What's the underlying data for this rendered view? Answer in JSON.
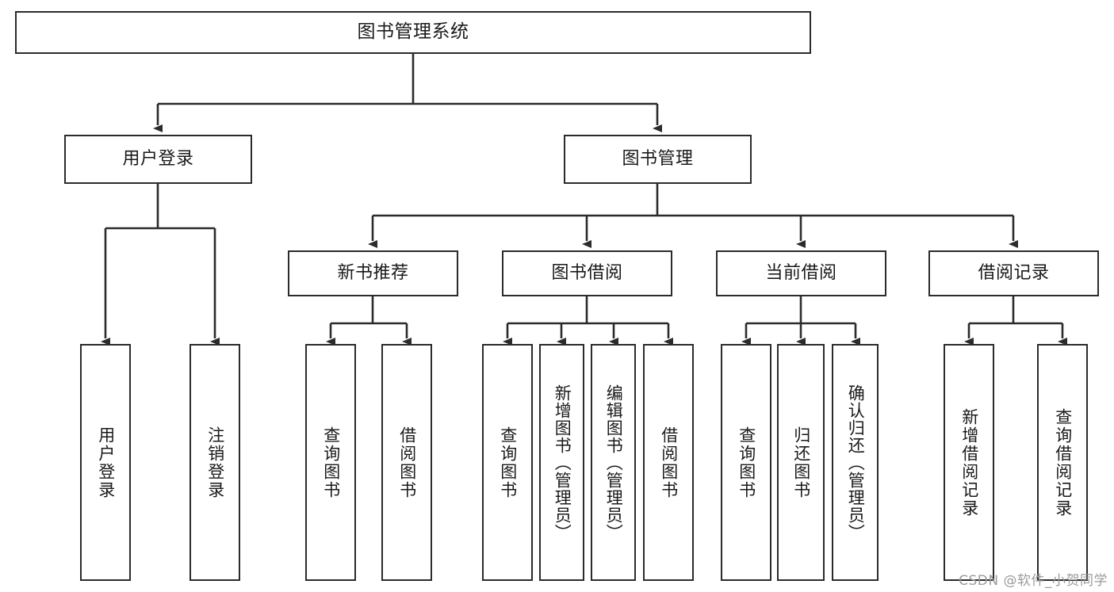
{
  "diagram": {
    "title": "图书管理系统",
    "type": "tree-hierarchy",
    "watermark": "CSDN @软件_小贺同学",
    "colors": {
      "stroke": "#2b2b2b",
      "fill": "#ffffff",
      "text": "#1a1a1a",
      "watermark": "#9b9b9b"
    },
    "nodes": {
      "root": "图书管理系统",
      "level2": [
        "用户登录",
        "图书管理"
      ],
      "level3": [
        "新书推荐",
        "图书借阅",
        "当前借阅",
        "借阅记录"
      ],
      "leaves_user_login": [
        "用户登录",
        "注销登录"
      ],
      "leaves_new_books": [
        "查询图书",
        "借阅图书"
      ],
      "leaves_borrow": [
        "查询图书",
        "新增图书（管理员）",
        "编辑图书（管理员）",
        "借阅图书"
      ],
      "leaves_current": [
        "查询图书",
        "归还图书",
        "确认归还（管理员）"
      ],
      "leaves_records": [
        "新增借阅记录",
        "查询借阅记录"
      ]
    }
  }
}
